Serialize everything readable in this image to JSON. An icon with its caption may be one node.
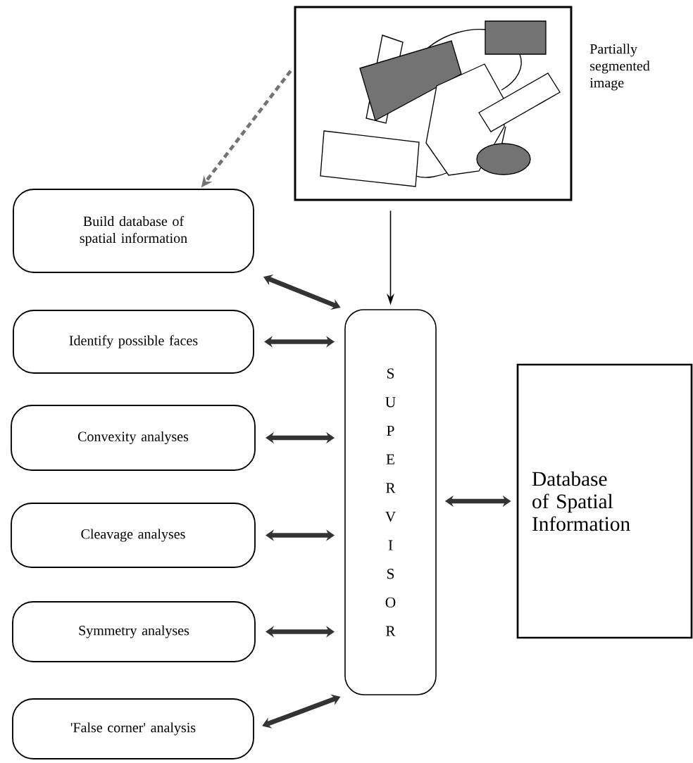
{
  "diagram": {
    "nodes": [
      {
        "text": [],
        "shape": "picture",
        "beside": [
          "Partially segmented image"
        ]
      },
      {
        "text": [
          "Build database of spatial information"
        ]
      },
      {
        "text": [
          "Identify possible faces"
        ]
      },
      {
        "text": [
          "Convexity analyses"
        ]
      },
      {
        "text": [
          "Cleavage analyses"
        ]
      },
      {
        "text": [
          "Symmetry analyses"
        ]
      },
      {
        "text": [
          "'False corner' analysis"
        ]
      },
      {
        "text": [
          "SUPERVISOR"
        ]
      },
      {
        "text": [
          "Database of Spatial Information"
        ]
      }
    ],
    "edges": [
      {
        "from": 0,
        "to": 1,
        "arrow": "to",
        "style": "dashed"
      },
      {
        "from": 0,
        "to": 7,
        "arrow": "to"
      },
      {
        "from": 1,
        "to": 7,
        "arrow": "both"
      },
      {
        "from": 2,
        "to": 7,
        "arrow": "both"
      },
      {
        "from": 3,
        "to": 7,
        "arrow": "both"
      },
      {
        "from": 4,
        "to": 7,
        "arrow": "both"
      },
      {
        "from": 5,
        "to": 7,
        "arrow": "both"
      },
      {
        "from": 6,
        "to": 7,
        "arrow": "both"
      },
      {
        "from": 7,
        "to": 8,
        "arrow": "both"
      }
    ]
  }
}
